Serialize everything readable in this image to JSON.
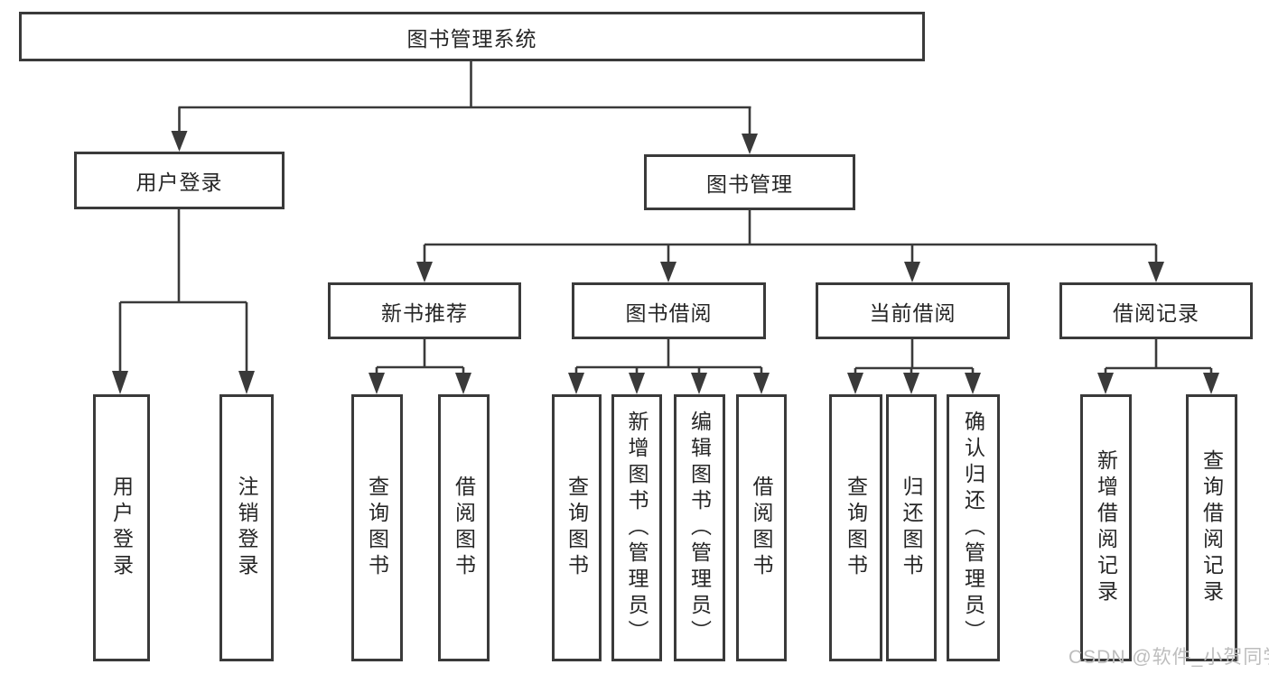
{
  "diagram": {
    "root_label": "图书管理系统",
    "level1": [
      {
        "label": "用户登录"
      },
      {
        "label": "图书管理"
      }
    ],
    "level2": [
      {
        "label": "新书推荐"
      },
      {
        "label": "图书借阅"
      },
      {
        "label": "当前借阅"
      },
      {
        "label": "借阅记录"
      }
    ],
    "leaves": {
      "user_login": [
        "用户登录",
        "注销登录"
      ],
      "new_book_rec": [
        "查询图书",
        "借阅图书"
      ],
      "book_borrow": [
        "查询图书",
        "新增图书（管理员）",
        "编辑图书（管理员）",
        "借阅图书"
      ],
      "current_borrow": [
        "查询图书",
        "归还图书",
        "确认归还（管理员）"
      ],
      "borrow_record": [
        "新增借阅记录",
        "查询借阅记录"
      ]
    }
  },
  "watermark": {
    "text": "CSDN @软件_小贺同学"
  },
  "colors": {
    "line": "#3a3a3a",
    "text": "#262626",
    "watermark": "#bdbdbd",
    "background": "#ffffff"
  }
}
